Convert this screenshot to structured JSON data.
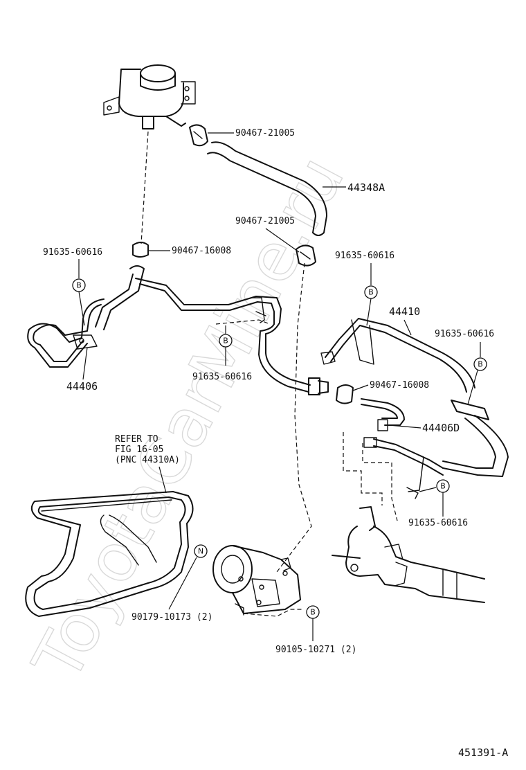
{
  "watermark": "ToyotaCarMine.ru",
  "diagram_id": "451391-A",
  "refer_note": {
    "line1": "REFER TO",
    "line2": "FIG 16-05",
    "line3": "(PNC 44310A)"
  },
  "badges": {
    "b": "B",
    "n": "N"
  },
  "parts": {
    "clamp_top": "90467-21005",
    "hose_return": "44348A",
    "clamp_mid": "90467-21005",
    "clamp_left": "90467-16008",
    "bolt_left": "91635-60616",
    "tube_left": "44406",
    "bolt_center": "91635-60616",
    "bolt_right_top": "91635-60616",
    "tube_pressure": "44410",
    "bolt_right_mid": "91635-60616",
    "clamp_right": "90467-16008",
    "tube_right": "44406D",
    "bolt_right_low": "91635-60616",
    "bolt_pump_n": "90179-10173 (2)",
    "bolt_pump_b": "90105-10271 (2)"
  }
}
